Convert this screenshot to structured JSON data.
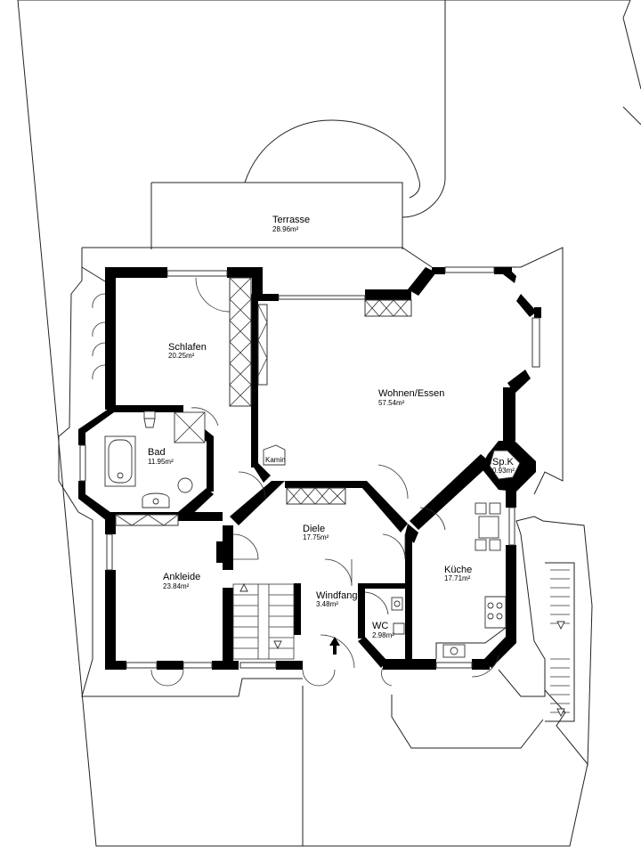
{
  "rooms": {
    "terrasse": {
      "name": "Terrasse",
      "area": "28.96m²"
    },
    "schlafen": {
      "name": "Schlafen",
      "area": "20.25m²"
    },
    "wohnen": {
      "name": "Wohnen/Essen",
      "area": "57.54m²"
    },
    "bad": {
      "name": "Bad",
      "area": "11.95m²"
    },
    "kamin": {
      "name": "Kamin"
    },
    "spk": {
      "name": "Sp.K",
      "area": "0.93m²"
    },
    "diele": {
      "name": "Diele",
      "area": "17.75m²"
    },
    "ankleide": {
      "name": "Ankleide",
      "area": "23.84m²"
    },
    "kueche": {
      "name": "Küche",
      "area": "17.71m²"
    },
    "windfang": {
      "name": "Windfang",
      "area": "3.48m²"
    },
    "wc": {
      "name": "WC",
      "area": "2.98m²"
    }
  }
}
